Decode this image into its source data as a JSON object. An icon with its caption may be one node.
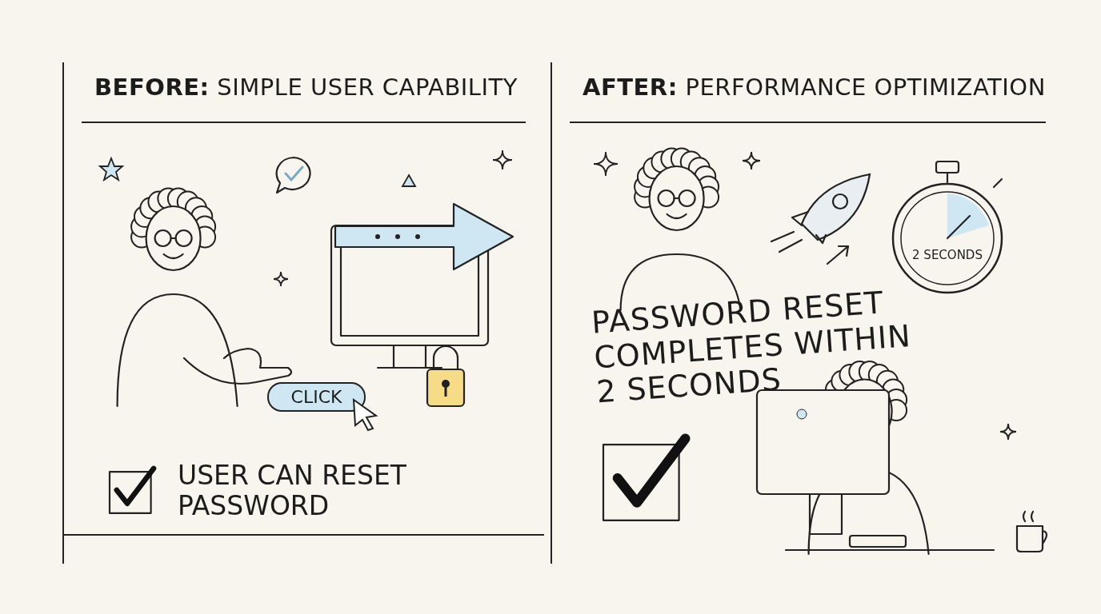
{
  "diagram": {
    "nodes": [
      {
        "text": [
          "**BEFORE:** SIMPLE USER CAPABILITY"
        ]
      },
      {
        "text": [
          "CLICK"
        ],
        "in": 0
      },
      {
        "text": [
          "**AFTER:** PERFORMANCE OPTIMIZATION"
        ]
      },
      {
        "text": [
          "2 SECONDS"
        ],
        "in": 2
      }
    ],
    "edges": [],
    "labels": [
      "USER CAN RESET PASSWORD",
      "PASSWORD RESET COMPLETES WITHIN 2 SECONDS"
    ]
  }
}
